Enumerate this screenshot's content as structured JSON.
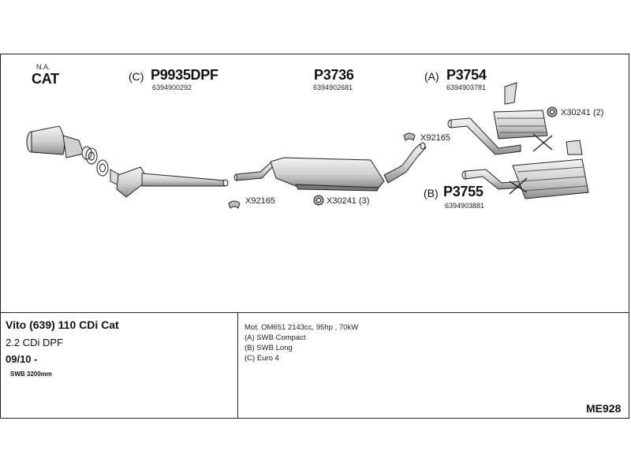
{
  "top_labels": {
    "cat": {
      "note": "N.A.",
      "name": "CAT"
    },
    "dpf": {
      "prefix": "(C)",
      "part": "P9935DPF",
      "number": "6394900292"
    },
    "middle": {
      "part": "P3736",
      "number": "6394902681"
    },
    "rear_a": {
      "prefix": "(A)",
      "part": "P3754",
      "number": "6394903781"
    },
    "rear_b": {
      "prefix": "(B)",
      "part": "P3755",
      "number": "6394903881"
    }
  },
  "fittings": {
    "clamp_mid": "X92165",
    "clamp_front": "X92165",
    "mount_mid": "X30241 (3)",
    "mount_rear": "X30241 (2)"
  },
  "vehicle": {
    "model": "Vito (639) 110 CDi Cat",
    "engine": "2.2 CDi DPF",
    "year": "09/10 -",
    "wheelbase": "SWB 3200mm"
  },
  "notes": {
    "motor": "Mot. OM651 2143cc, 95hp , 70kW",
    "a": "(A) SWB Compact",
    "b": "(B) SWB Long",
    "c": "(C) Euro 4"
  },
  "diagram_code": "ME928",
  "colors": {
    "line": "#222222",
    "part_fill": "#e2e2e2",
    "part_dark": "#9a9a9a"
  }
}
